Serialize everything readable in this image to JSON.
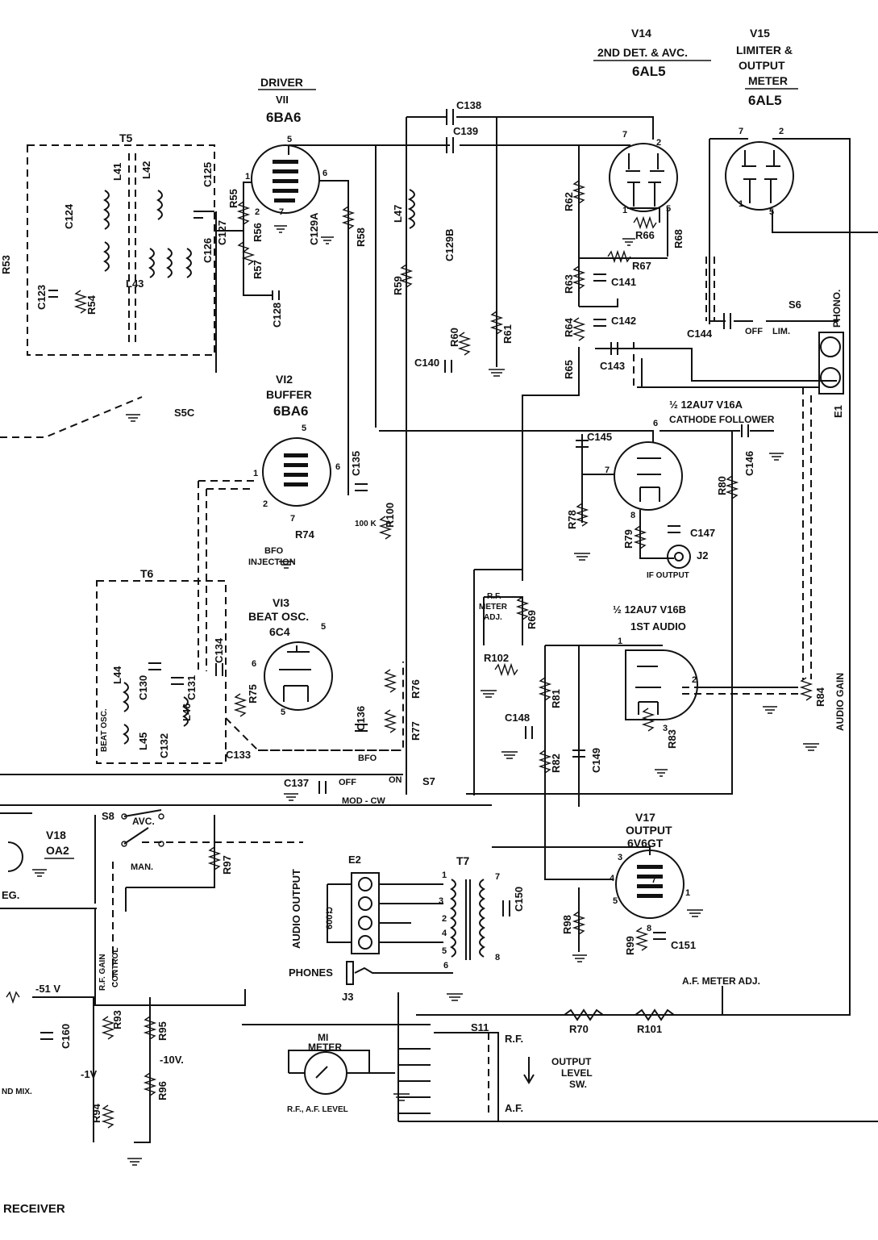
{
  "tubes": {
    "v14": {
      "designator": "V14",
      "function": "2ND DET. & AVC.",
      "type": "6AL5"
    },
    "v15": {
      "designator": "V15",
      "function_1": "LIMITER &",
      "function_2": "OUTPUT",
      "function_3": "METER",
      "type": "6AL5"
    },
    "v11": {
      "function": "DRIVER",
      "designator": "VII",
      "type": "6BA6"
    },
    "v12": {
      "designator": "VI2",
      "function": "BUFFER",
      "type": "6BA6"
    },
    "v13": {
      "designator": "VI3",
      "function": "BEAT OSC.",
      "type": "6C4"
    },
    "v16a": {
      "label": "½ 12AU7 V16A",
      "function": "CATHODE FOLLOWER"
    },
    "v16b": {
      "label": "½ 12AU7 V16B",
      "function": "1ST AUDIO"
    },
    "v17": {
      "designator": "V17",
      "function": "OUTPUT",
      "type": "6V6GT"
    },
    "v18": {
      "designator": "V18",
      "type": "OA2"
    }
  },
  "transformers": {
    "t5": "T5",
    "t6": "T6",
    "t7": "T7"
  },
  "capacitors": [
    "C138",
    "C139",
    "C124",
    "C125",
    "C123",
    "C126",
    "C127",
    "C129A",
    "C128",
    "C129B",
    "C141",
    "C142",
    "C143",
    "C144",
    "C140",
    "C145",
    "C146",
    "C135",
    "C147",
    "C134",
    "C130",
    "C131",
    "C132",
    "C133",
    "C136",
    "C137",
    "C148",
    "C149",
    "C150",
    "C151",
    "C160"
  ],
  "resistors": [
    "R53",
    "R54",
    "R55",
    "R56",
    "R57",
    "R58",
    "R59",
    "R60",
    "R61",
    "R62",
    "R63",
    "R64",
    "R65",
    "R66",
    "R67",
    "R68",
    "R74",
    "R75",
    "R76",
    "R77",
    "R78",
    "R79",
    "R80",
    "R81",
    "R82",
    "R83",
    "R84",
    "R93",
    "R94",
    "R95",
    "R96",
    "R97",
    "R98",
    "R99",
    "R100",
    "R101",
    "R102",
    "R69",
    "R70"
  ],
  "inductors": [
    "L41",
    "L42",
    "L43",
    "L44",
    "L45",
    "L46",
    "L47"
  ],
  "switches": {
    "s5c": "S5C",
    "s6": {
      "name": "S6",
      "off": "OFF",
      "lim": "LIM."
    },
    "s7": {
      "name": "S7",
      "off": "OFF",
      "on": "ON",
      "mode": "MOD - CW"
    },
    "s8": {
      "name": "S8",
      "avc": "AVC.",
      "man": "MAN."
    },
    "s11": {
      "name": "S11",
      "rf": "R.F.",
      "af": "A.F."
    }
  },
  "connectors": {
    "e1": "E1",
    "e2": "E2",
    "j2": "J2",
    "j3": "J3",
    "phono": "PHONO."
  },
  "notes": {
    "bfo_injection_1": "BFO",
    "bfo_injection_2": "INJECTION",
    "bfo": "BFO",
    "beat_osc": "BEAT OSC.",
    "if_output": "IF OUTPUT",
    "rf_meter_adj_1": "R.F.",
    "rf_meter_adj_2": "METER",
    "rf_meter_adj_3": "ADJ.",
    "audio_output": "AUDIO OUTPUT",
    "ohms_600": "600",
    "ohms_unit": "Ω",
    "phones": "PHONES",
    "meter_1": "MI",
    "meter_2": "METER",
    "meter_scale": "R.F., A.F. LEVEL",
    "af_meter_adj": "A.F. METER ADJ.",
    "output_level_1": "OUTPUT",
    "output_level_2": "LEVEL",
    "output_level_3": "SW.",
    "audio_gain": "AUDIO GAIN",
    "rf_gain_1": "R.F. GAIN",
    "rf_gain_2": "CONTROL",
    "minus51": "-51 V",
    "minus10": "-10V.",
    "minus1": "-1V",
    "neg": "EG.",
    "mix": "ND MIX.",
    "receiver": "RECEIVER",
    "r100_val": "100 K"
  },
  "pins": [
    "5",
    "6",
    "1",
    "2",
    "7",
    "7",
    "2",
    "1",
    "5",
    "7",
    "2",
    "1",
    "5",
    "5",
    "6",
    "1",
    "2",
    "7",
    "6",
    "5",
    "6",
    "7",
    "5",
    "7",
    "8",
    "1",
    "2",
    "3",
    "3",
    "4",
    "5",
    "1",
    "8",
    "1",
    "2",
    "3",
    "4",
    "5",
    "6",
    "7",
    "8"
  ]
}
